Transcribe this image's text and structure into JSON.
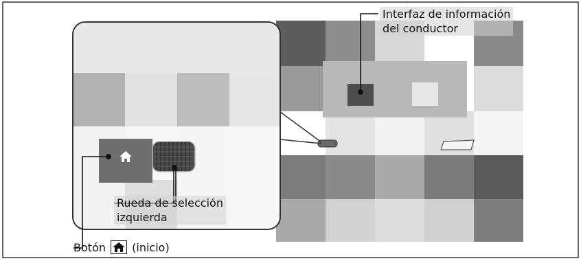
{
  "labels": {
    "interface": [
      "Interfaz de información",
      "del conductor"
    ],
    "wheel": [
      "Rueda de selección",
      "izquierda"
    ],
    "home": {
      "before": "Botón",
      "after": "(inicio)",
      "icon": "home-icon"
    }
  },
  "colors": {
    "frame": "#333333",
    "leader": "#111111",
    "button_bg": "#6e6e6e",
    "wheel_bg": "#4a4a4a"
  }
}
